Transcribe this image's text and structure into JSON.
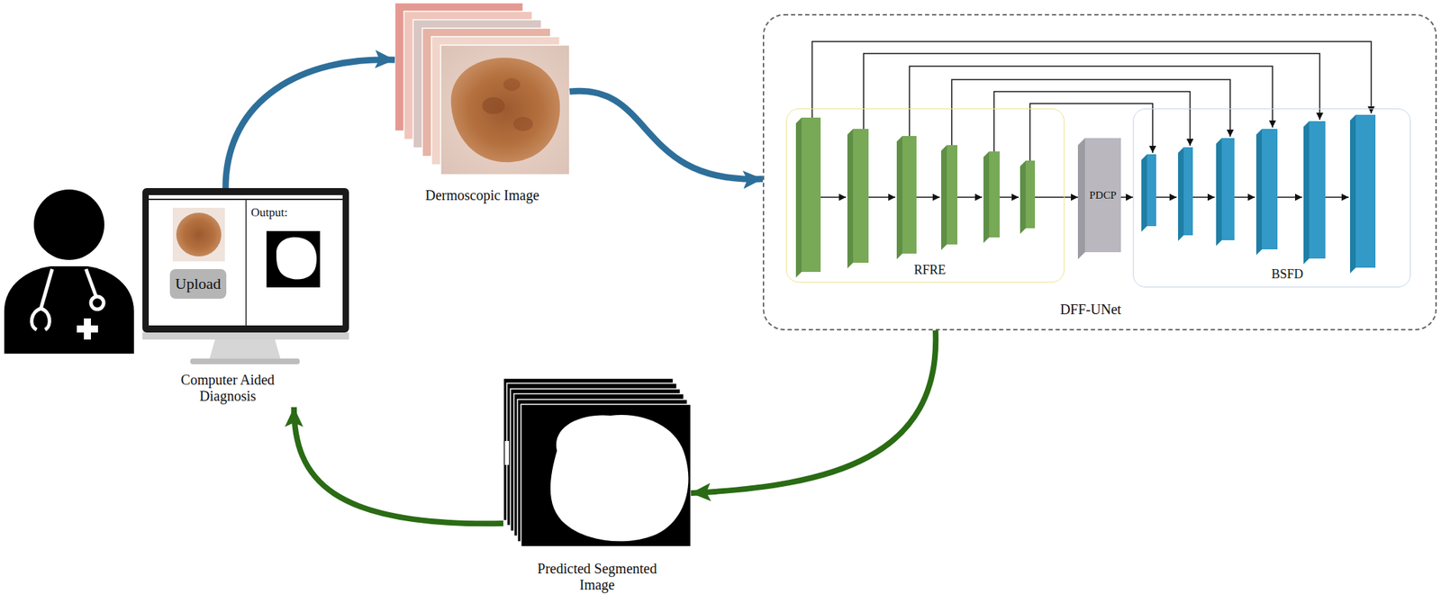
{
  "diagram": {
    "nodes": [
      {
        "text": [
          "Computer Aided Diagnosis"
        ]
      },
      {
        "text": [
          "Upload"
        ],
        "in": 0
      },
      {
        "text": [
          "Dermoscopic Image"
        ]
      },
      {
        "text": [
          "DFF-UNet"
        ]
      },
      {
        "text": [
          "RFRE"
        ],
        "in": 3
      },
      {
        "text": [
          "PDCP"
        ],
        "in": 3
      },
      {
        "text": [
          "BSFD"
        ],
        "in": 3
      },
      {
        "text": [
          "Predicted Segmented Image"
        ]
      }
    ],
    "edges": [
      {
        "from": 0,
        "to": 2,
        "arrow": "to"
      },
      {
        "from": 2,
        "to": 3,
        "arrow": "to"
      },
      {
        "from": 3,
        "to": 7,
        "arrow": "to"
      },
      {
        "from": 7,
        "to": 0,
        "arrow": "to"
      },
      {
        "from": 4,
        "to": 5,
        "arrow": "to"
      },
      {
        "from": 5,
        "to": 6,
        "arrow": "to"
      }
    ],
    "labels": [
      "Output:"
    ]
  }
}
